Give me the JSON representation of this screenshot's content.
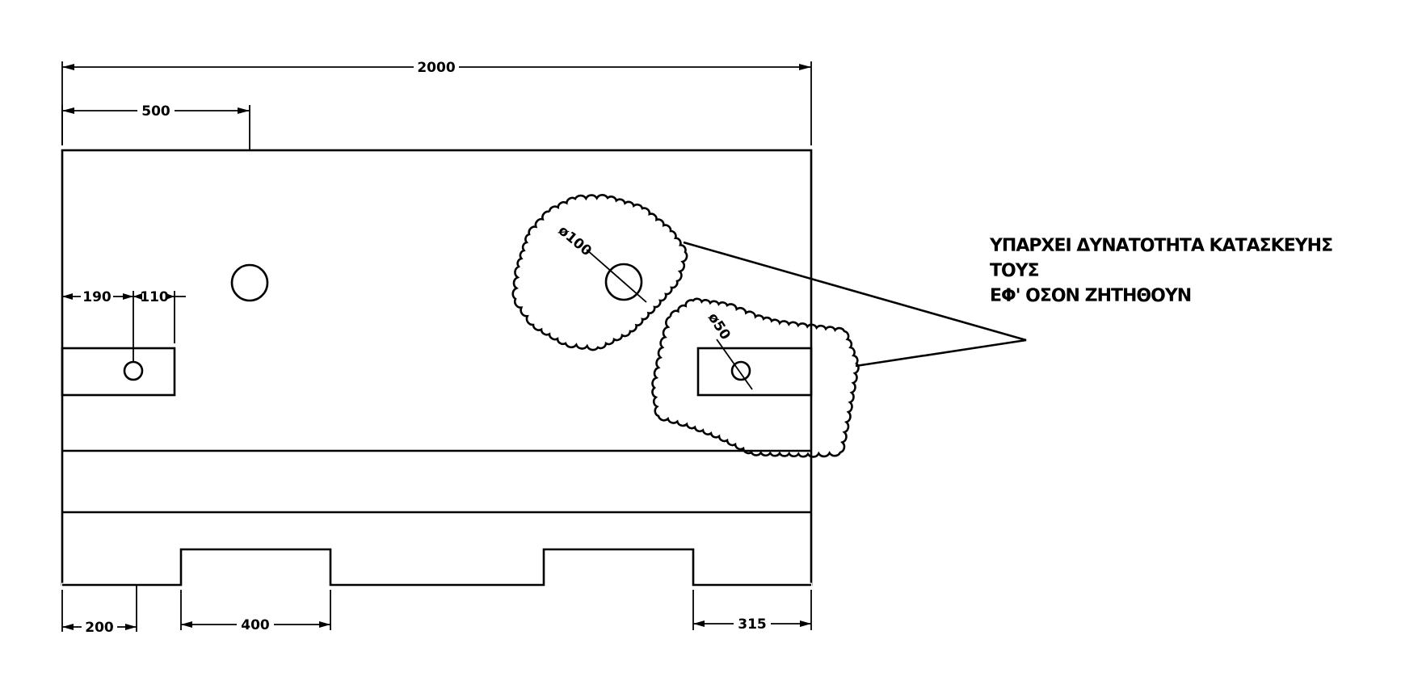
{
  "drawing": {
    "dimensions": {
      "overall_width": "2000",
      "top_offset": "500",
      "left_offset_a": "190",
      "left_offset_b": "110",
      "bottom_left": "200",
      "bottom_notch": "400",
      "bottom_right": "315"
    },
    "hole_labels": {
      "large": "ø100",
      "small": "ø50"
    },
    "note": {
      "line1": "ΥΠΑΡΧΕΙ ΔΥΝΑΤΟΤΗΤΑ ΚΑΤΑΣΚΕΥΗΣ",
      "line2": "ΤΟΥΣ",
      "line3": "ΕΦ' ΟΣΟΝ ΖΗΤΗΘΟΥΝ"
    }
  }
}
